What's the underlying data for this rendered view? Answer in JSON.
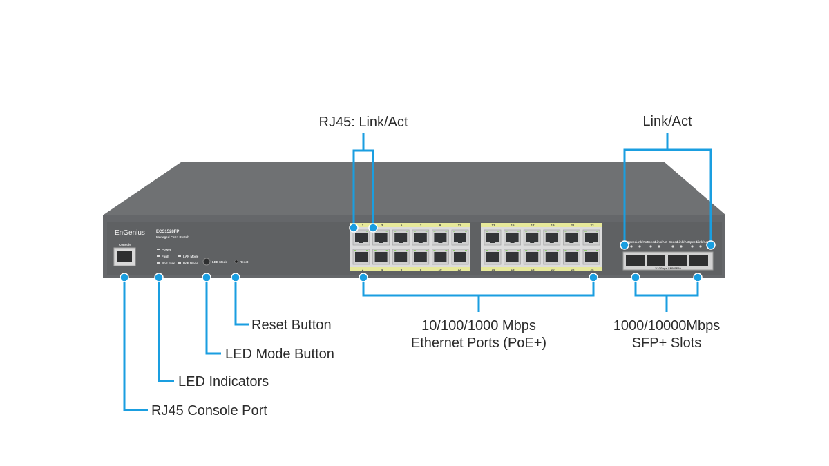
{
  "device": {
    "brand": "EnGenius",
    "model": "ECS1528FP",
    "subtitle": "Managed PoE+ Switch",
    "console_label": "Console",
    "led_labels": [
      "Power",
      "Fault",
      "PoE max",
      "LAN Mode",
      "PoE Mode"
    ],
    "led_mode_label": "LED Mode",
    "reset_label": "Reset",
    "sfp_caption": "1/10Gbps SFP/SFP+",
    "sfp_led_labels": [
      "Speed",
      "Link/Act",
      "Speed",
      "Link/Act",
      "Speed",
      "Link/Act",
      "Speed",
      "Link/Act"
    ],
    "port_numbers_top_left": [
      "1",
      "3",
      "5",
      "7",
      "9",
      "11"
    ],
    "port_numbers_top_right": [
      "13",
      "15",
      "17",
      "19",
      "21",
      "23"
    ],
    "port_numbers_bottom_left": [
      "2",
      "4",
      "6",
      "8",
      "10",
      "12"
    ],
    "port_numbers_bottom_right": [
      "14",
      "16",
      "18",
      "20",
      "22",
      "24"
    ],
    "colors": {
      "chassis": "#6b6d6f",
      "chassis_top": "#6f7173",
      "panel": "#5f6163",
      "port_strip": "#e7e99a",
      "callout": "#1a9ee0"
    }
  },
  "callouts": {
    "rj45_link_act": "RJ45: Link/Act",
    "link_act": "Link/Act",
    "reset_button": "Reset Button",
    "led_mode_button": "LED Mode Button",
    "led_indicators": "LED Indicators",
    "rj45_console_port": "RJ45 Console Port",
    "ethernet_line1": "10/100/1000 Mbps",
    "ethernet_line2": "Ethernet Ports (PoE+)",
    "sfp_line1": "1000/10000Mbps",
    "sfp_line2": "SFP+ Slots"
  }
}
